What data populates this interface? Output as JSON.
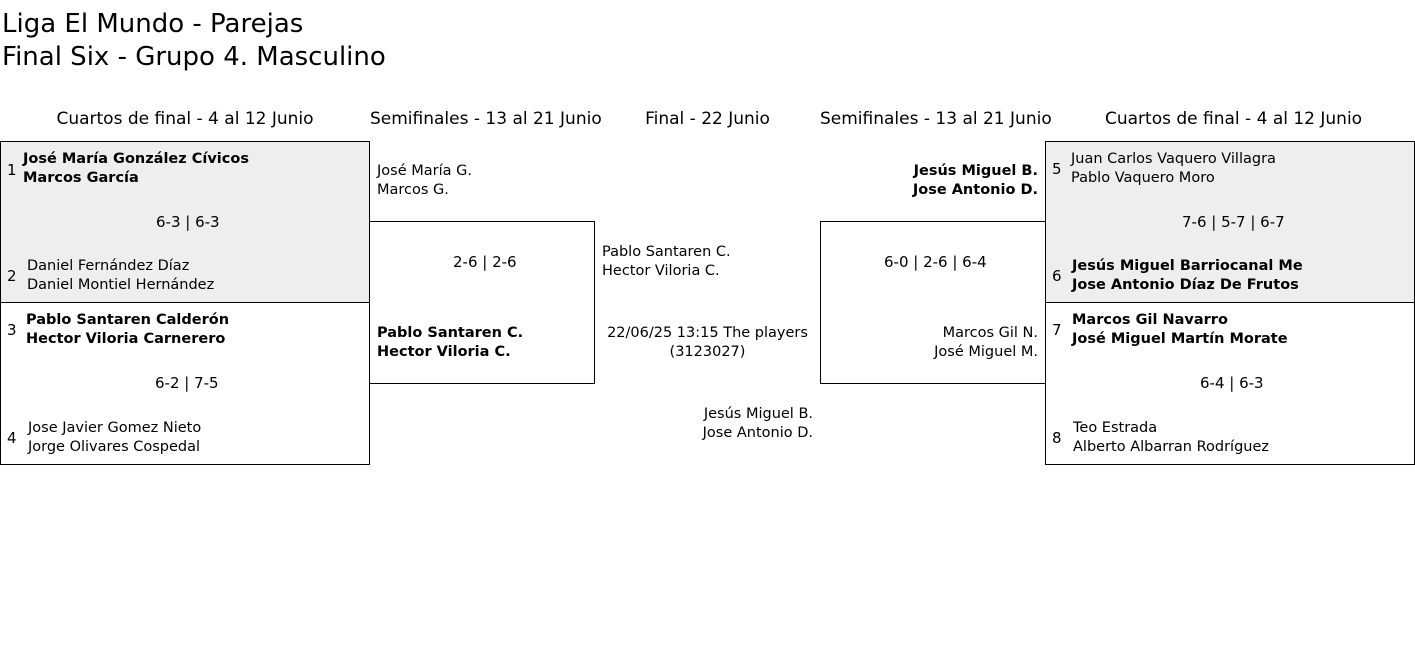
{
  "title": {
    "line1": "Liga El Mundo - Parejas",
    "line2": "Final Six - Grupo 4. Masculino"
  },
  "headers": {
    "qf_left": "Cuartos de final - 4 al 12 Junio",
    "sf_left": "Semifinales - 13 al 21 Junio",
    "final": "Final - 22 Junio",
    "sf_right": "Semifinales - 13 al 21 Junio",
    "qf_right": "Cuartos de final - 4 al 12 Junio"
  },
  "qf_left": [
    {
      "score": "6-3 | 6-3",
      "team_a": {
        "seed": "1",
        "p1": "José María González Cívicos",
        "p2": "Marcos García"
      },
      "team_b": {
        "seed": "2",
        "p1": "Daniel Fernández Díaz",
        "p2": "Daniel Montiel Hernández"
      }
    },
    {
      "score": "6-2 | 7-5",
      "team_a": {
        "seed": "3",
        "p1": "Pablo Santaren Calderón",
        "p2": "Hector Viloria Carnerero"
      },
      "team_b": {
        "seed": "4",
        "p1": "Jose Javier Gomez Nieto",
        "p2": "Jorge Olivares Cospedal"
      }
    }
  ],
  "sf_left": {
    "score": "2-6 | 2-6",
    "team_a": {
      "p1": "José María G.",
      "p2": "Marcos G."
    },
    "team_b": {
      "p1": "Pablo Santaren C.",
      "p2": "Hector Viloria C."
    }
  },
  "final": {
    "team_a": {
      "p1": "Pablo Santaren C.",
      "p2": "Hector Viloria C."
    },
    "info_line1": "22/06/25 13:15 The players",
    "info_line2": "(3123027)",
    "team_b": {
      "p1": "Jesús Miguel B.",
      "p2": "Jose Antonio D."
    }
  },
  "sf_right": {
    "score": "6-0 | 2-6 | 6-4",
    "team_a": {
      "p1": "Jesús Miguel B.",
      "p2": "Jose Antonio D."
    },
    "team_b": {
      "p1": "Marcos Gil N.",
      "p2": "José Miguel M."
    }
  },
  "qf_right": [
    {
      "score": "7-6 | 5-7 | 6-7",
      "team_a": {
        "seed": "5",
        "p1": "Juan Carlos Vaquero Villagra",
        "p2": "Pablo Vaquero Moro"
      },
      "team_b": {
        "seed": "6",
        "p1": "Jesús Miguel Barriocanal Me",
        "p2": "Jose Antonio Díaz De Frutos"
      }
    },
    {
      "score": "6-4 | 6-3",
      "team_a": {
        "seed": "7",
        "p1": "Marcos Gil Navarro",
        "p2": "José Miguel Martín Morate"
      },
      "team_b": {
        "seed": "8",
        "p1": "Teo Estrada",
        "p2": "Alberto Albarran Rodríguez"
      }
    }
  ]
}
